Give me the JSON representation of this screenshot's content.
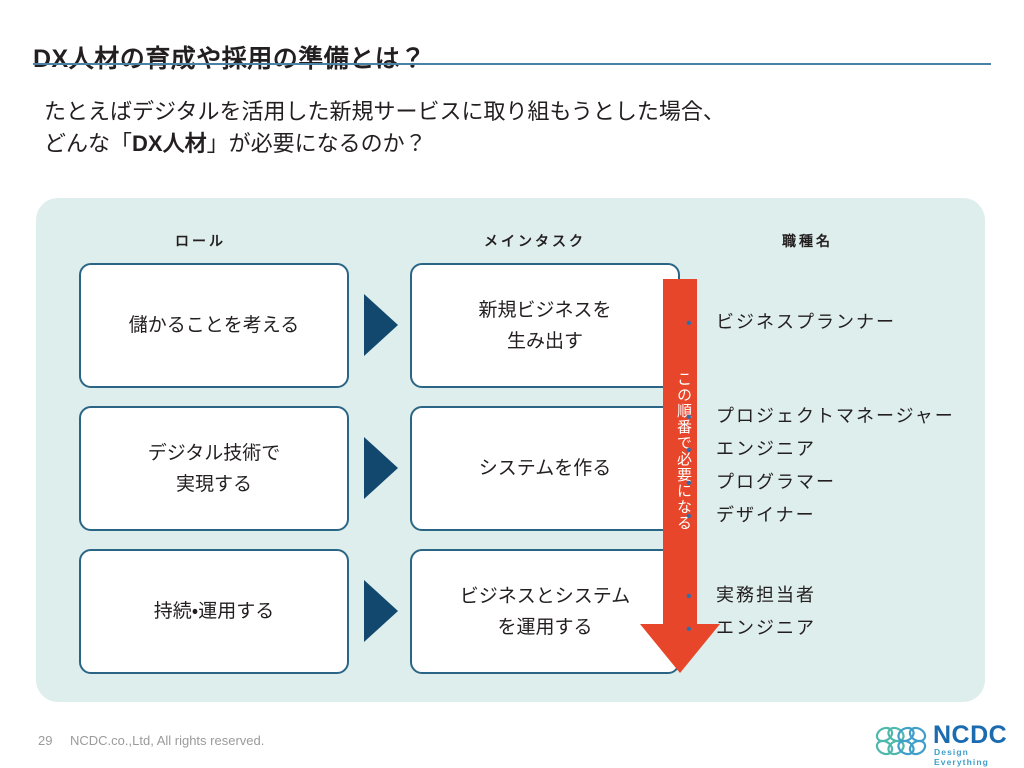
{
  "slide": {
    "title": "DX人材の育成や採用の準備とは？",
    "lead_line1": "たとえばデジタルを活用した新規サービスに取り組もうとした場合、",
    "lead_line2_pre": "どんな「",
    "lead_line2_strong": "DX人材",
    "lead_line2_post": "」が必要になるのか？"
  },
  "diagram": {
    "headers": {
      "role": "ロール",
      "task": "メインタスク",
      "job": "職種名"
    },
    "arrow_label": "この順番で必要になる",
    "rows": [
      {
        "role": "儲かることを考える",
        "task_line1": "新規ビジネスを",
        "task_line2": "生み出す",
        "jobs": [
          "ビジネスプランナー"
        ]
      },
      {
        "role_line1": "デジタル技術で",
        "role_line2": "実現する",
        "task": "システムを作る",
        "jobs": [
          "プロジェクトマネージャー",
          "エンジニア",
          "プログラマー",
          "デザイナー"
        ]
      },
      {
        "role": "持続・運用する",
        "task_line1": "ビジネスとシステム",
        "task_line2": "を運用する",
        "jobs": [
          "実務担当者",
          "エンジニア"
        ]
      }
    ],
    "bullet_glyph": "•"
  },
  "footer": {
    "page_number": "29",
    "copyright": "NCDC.co.,Ltd, All rights reserved."
  },
  "logo": {
    "wordmark": "NCDC",
    "tagline": "Design Everything"
  },
  "colors": {
    "panel_bg": "#deeeec",
    "box_border": "#2b6585",
    "triangle": "#12486e",
    "red_arrow": "#e8462a",
    "title_rule": "#4b81a8",
    "bullet": "#2b6fad",
    "logo_blue": "#1b6bb0",
    "logo_teal": "#3f9fc9"
  }
}
